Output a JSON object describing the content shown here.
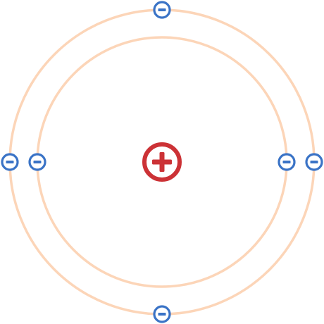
{
  "diagram": {
    "colors": {
      "background": "#ffffff",
      "orbit": "#fcd5b8",
      "nucleus": "#cc3236",
      "electron": "#3a73c6"
    },
    "nucleus": {
      "charge": "positive",
      "icon": "plus-circle-icon"
    },
    "shells": [
      {
        "name": "inner",
        "electron_count": 2,
        "electron_icon": "minus-circle-icon"
      },
      {
        "name": "outer",
        "electron_count": 4,
        "electron_icon": "minus-circle-icon"
      }
    ]
  }
}
